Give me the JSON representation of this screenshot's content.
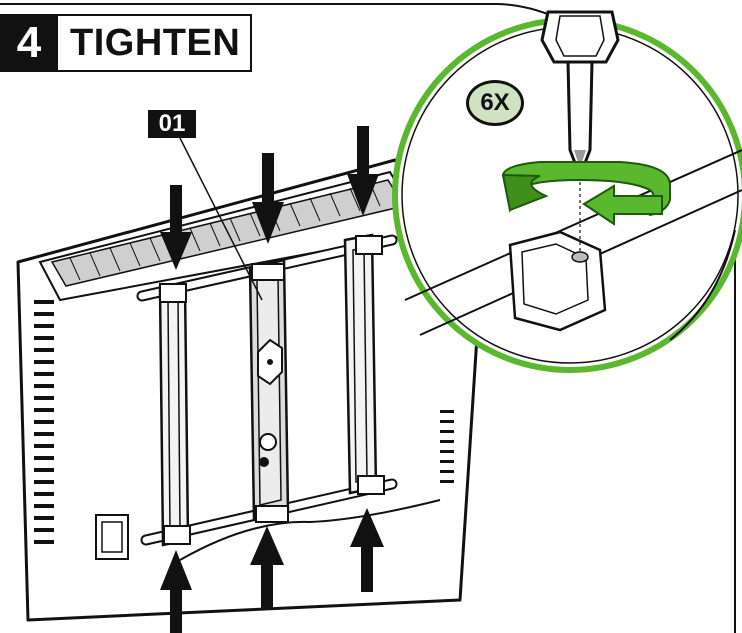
{
  "step": {
    "number": "4",
    "title": "TIGHTEN"
  },
  "callout": {
    "part_label": "01"
  },
  "detail": {
    "quantity_label": "6X"
  },
  "colors": {
    "ink": "#111111",
    "accent_green": "#5ab82e",
    "badge_fill": "#cfe3c2",
    "background": "#ffffff"
  },
  "icons": {
    "tool": "screwdriver-icon",
    "rotation": "clockwise-rotate-arrow-icon",
    "direction": "down-arrow-icon"
  }
}
